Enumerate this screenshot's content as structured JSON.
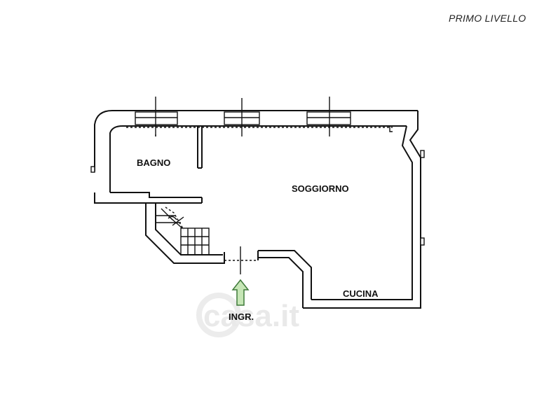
{
  "level_title": "PRIMO LIVELLO",
  "rooms": {
    "bathroom": "BAGNO",
    "living": "SOGGIORNO",
    "kitchen": "CUCINA"
  },
  "entrance_label": "INGR.",
  "watermark": "casa.it",
  "colors": {
    "arrow_fill": "#c6e6b6",
    "arrow_stroke": "#3f7a3a",
    "wall": "#111111"
  },
  "icons": {
    "entrance": "up-arrow-icon"
  }
}
